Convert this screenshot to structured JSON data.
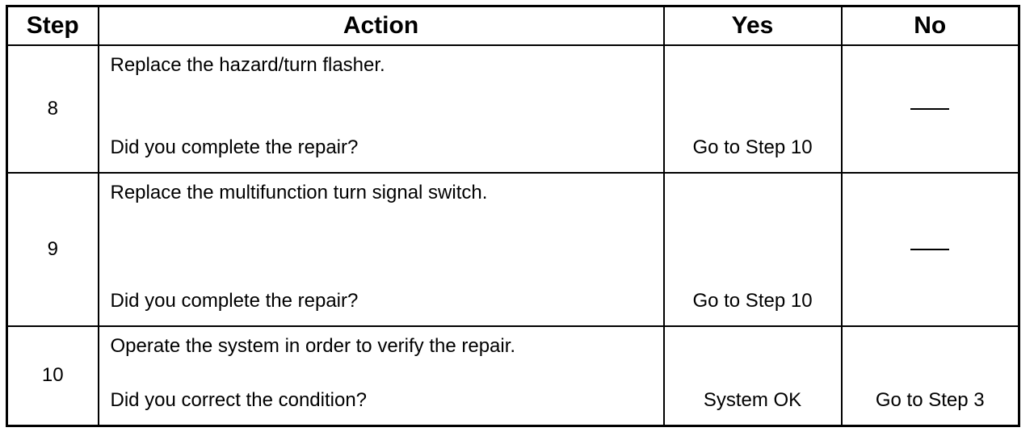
{
  "headers": {
    "step": "Step",
    "action": "Action",
    "yes": "Yes",
    "no": "No"
  },
  "rows": [
    {
      "step": "8",
      "action_instruction": "Replace the hazard/turn flasher.",
      "action_question": "Did you complete the repair?",
      "yes": "Go to Step 10",
      "no": "—"
    },
    {
      "step": "9",
      "action_instruction": "Replace the multifunction turn signal switch.",
      "action_question": "Did you complete the repair?",
      "yes": "Go to Step 10",
      "no": "—"
    },
    {
      "step": "10",
      "action_instruction": "Operate the system in order to verify the repair.",
      "action_question": "Did you correct the condition?",
      "yes": "System OK",
      "no": "Go to Step 3"
    }
  ]
}
